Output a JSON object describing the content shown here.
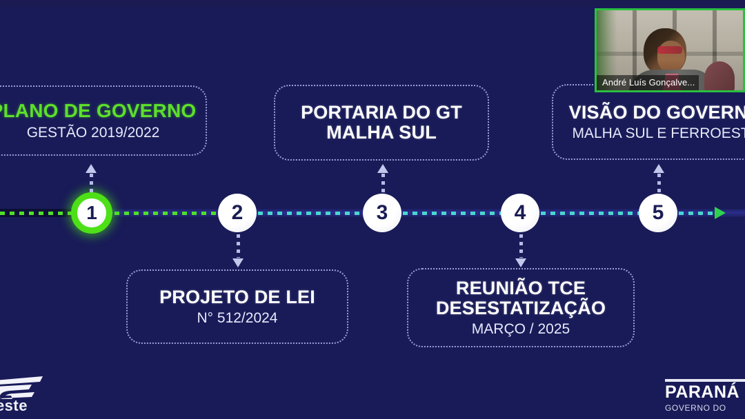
{
  "slide": {
    "background_color": "#191b58",
    "accent_green": "#4de017",
    "accent_teal": "#49d6d0",
    "box_border_color": "#9aa0d8"
  },
  "timeline": {
    "nodes": [
      {
        "number": "1",
        "state": "active-green"
      },
      {
        "number": "2",
        "state": "blue"
      },
      {
        "number": "3",
        "state": "blue"
      },
      {
        "number": "4",
        "state": "blue"
      },
      {
        "number": "5",
        "state": "blue"
      }
    ],
    "end_arrow": "arrow-right-icon"
  },
  "boxes": {
    "plano": {
      "title": "PLANO DE GOVERNO",
      "subtitle": "GESTÃO 2019/2022",
      "position": "above",
      "node": "1"
    },
    "projeto": {
      "title": "PROJETO DE LEI",
      "subtitle": "N° 512/2024",
      "position": "below",
      "node": "2"
    },
    "portaria": {
      "title_line1": "PORTARIA DO GT",
      "title_line2": "MALHA SUL",
      "position": "above",
      "node": "3"
    },
    "reuniao": {
      "title_line1": "REUNIÃO TCE",
      "title_line2": "DESESTATIZAÇÃO",
      "subtitle": "MARÇO / 2025",
      "position": "below",
      "node": "4"
    },
    "visao": {
      "title": "VISÃO DO GOVERNO",
      "subtitle": "MALHA SUL E FERROESTE",
      "position": "above",
      "node": "5"
    }
  },
  "video": {
    "participant_name": "André Luís Gonçalve...",
    "active_speaker_border": "#2bbf3e"
  },
  "logos": {
    "ferroeste": {
      "wordmark": "oeste",
      "icon": "ferroeste-logo-icon"
    },
    "parana": {
      "name": "PARANÁ",
      "subtitle": "GOVERNO DO"
    }
  }
}
